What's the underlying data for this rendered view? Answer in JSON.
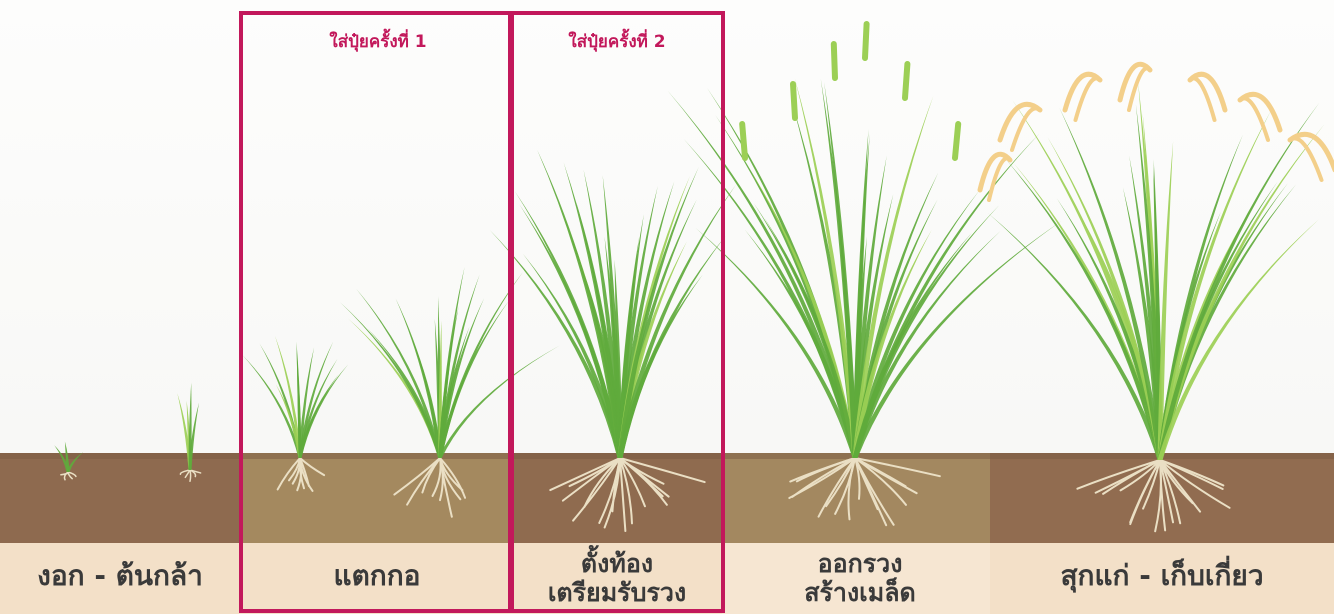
{
  "fertilizer_boxes": [
    {
      "label": "ใส่ปุ๋ยครั้งที่ 1"
    },
    {
      "label": "ใส่ปุ๋ยครั้งที่ 2"
    }
  ],
  "stages": [
    {
      "label": "งอก - ต้นกล้า"
    },
    {
      "label": "แตกกอ"
    },
    {
      "label": "ตั้งท้อง เตรียมรับรวง",
      "line1": "ตั้งท้อง",
      "line2": "เตรียมรับรวง"
    },
    {
      "label": "ออกรวง สร้างเมล็ด",
      "line1": "ออกรวง",
      "line2": "สร้างเมล็ด"
    },
    {
      "label": "สุกแก่ - เก็บเกี่ยว"
    }
  ],
  "colors": {
    "frame": "#c2185b",
    "leaf": "#5faa3c",
    "leaf_light": "#9ccf55",
    "root": "#eadfc4",
    "grain": "#f3cf8a",
    "soil_dark": "#8d6a4e",
    "soil_light": "#9f8560",
    "label_band": "#f3e0c8"
  }
}
